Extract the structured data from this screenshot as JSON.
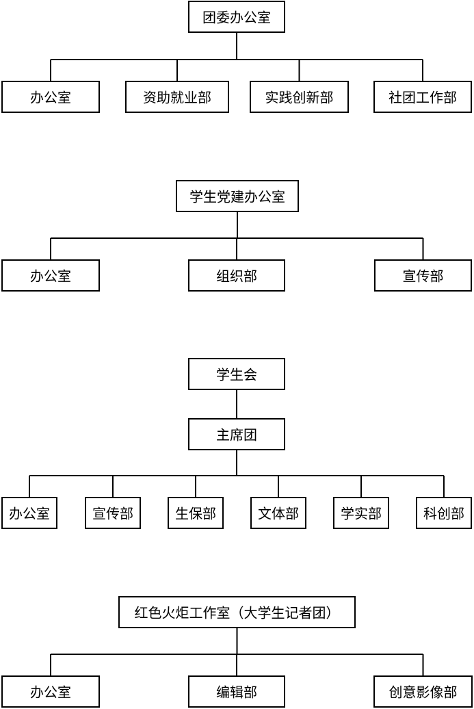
{
  "colors": {
    "line": "#000000",
    "box_fill": "#ffffff",
    "text": "#000000"
  },
  "nodes": [
    {
      "id": "tw",
      "label": "团委办公室"
    },
    {
      "id": "tw1",
      "label": "办公室"
    },
    {
      "id": "tw2",
      "label": "资助就业部"
    },
    {
      "id": "tw3",
      "label": "实践创新部"
    },
    {
      "id": "tw4",
      "label": "社团工作部"
    },
    {
      "id": "dj",
      "label": "学生党建办公室"
    },
    {
      "id": "dj1",
      "label": "办公室"
    },
    {
      "id": "dj2",
      "label": "组织部"
    },
    {
      "id": "dj3",
      "label": "宣传部"
    },
    {
      "id": "xsh",
      "label": "学生会"
    },
    {
      "id": "zxt",
      "label": "主席团"
    },
    {
      "id": "x1",
      "label": "办公室"
    },
    {
      "id": "x2",
      "label": "宣传部"
    },
    {
      "id": "x3",
      "label": "生保部"
    },
    {
      "id": "x4",
      "label": "文体部"
    },
    {
      "id": "x5",
      "label": "学实部"
    },
    {
      "id": "x6",
      "label": "科创部"
    },
    {
      "id": "hs",
      "label": "红色火炬工作室（大学生记者团）"
    },
    {
      "id": "hs1",
      "label": "办公室"
    },
    {
      "id": "hs2",
      "label": "编辑部"
    },
    {
      "id": "hs3",
      "label": "创意影像部"
    }
  ],
  "edges": [
    {
      "from": "tw",
      "to": [
        "tw1",
        "tw2",
        "tw3",
        "tw4"
      ]
    },
    {
      "from": "dj",
      "to": [
        "dj1",
        "dj2",
        "dj3"
      ]
    },
    {
      "from": "xsh",
      "to": [
        "zxt"
      ]
    },
    {
      "from": "zxt",
      "to": [
        "x1",
        "x2",
        "x3",
        "x4",
        "x5",
        "x6"
      ]
    },
    {
      "from": "hs",
      "to": [
        "hs1",
        "hs2",
        "hs3"
      ]
    }
  ]
}
